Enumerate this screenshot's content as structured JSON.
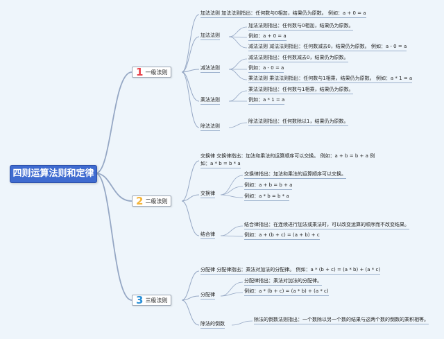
{
  "root": {
    "title": "四则运算法则和定律"
  },
  "branches": [
    {
      "num": "1",
      "num_color": "#e8424a",
      "label": "一级法则",
      "items": [
        {
          "text": "加法法则 加法法则指出：任何数与0相加，结果仍为原数。 例如：a + 0 = a"
        },
        {
          "label": "加法法则",
          "children": [
            "加法法则指出：任何数与0相加，结果仍为原数。",
            "例如：a + 0 = a",
            "减法法则 减法法则指出：任何数减去0，结果仍为原数。 例如：a - 0 = a"
          ]
        },
        {
          "label": "减法法则",
          "children": [
            "减法法则指出：任何数减去0，结果仍为原数。",
            "例如：a - 0 = a",
            "乘法法则 乘法法则指出：任何数与1相乘，结果仍为原数。 例如：a * 1 = a"
          ]
        },
        {
          "label": "乘法法则",
          "children": [
            "乘法法则指出：任何数与1相乘，结果仍为原数。",
            "例如：a * 1 = a"
          ]
        },
        {
          "label": "除法法则",
          "children": [
            "除法法则指出：任何数除以1，结果仍为原数。"
          ]
        }
      ]
    },
    {
      "num": "2",
      "num_color": "#f4b43a",
      "label": "二级法则",
      "items": [
        {
          "text": "交换律 交换律指出：加法和乘法的运算顺序可以交换。 例如：a + b = b + a 例",
          "text2": "如：a * b = b * a"
        },
        {
          "label": "交换律",
          "children": [
            "交换律指出：加法和乘法的运算顺序可以交换。",
            "例如：a + b = b + a",
            "例如：a * b = b * a"
          ]
        },
        {
          "label": "结合律",
          "children": [
            "结合律指出：在连续进行加法或乘法时，可以改变运算的顺序而不改变结果。",
            "例如：a + (b + c) = (a + b) + c"
          ]
        }
      ]
    },
    {
      "num": "3",
      "num_color": "#2a90d8",
      "label": "三级法则",
      "items": [
        {
          "text": "分配律 分配律指出：乘法对加法的分配律。 例如：a * (b + c) = (a * b) + (a * c)"
        },
        {
          "label": "分配律",
          "children": [
            "分配律指出：乘法对加法的分配律。",
            "例如：a * (b + c) = (a * b) + (a * c)"
          ]
        },
        {
          "label": "除法的倒数",
          "children": [
            "除法的倒数法则指出：一个数除以另一个数的结果与这两个数的倒数的乘积相等。"
          ]
        }
      ]
    }
  ]
}
